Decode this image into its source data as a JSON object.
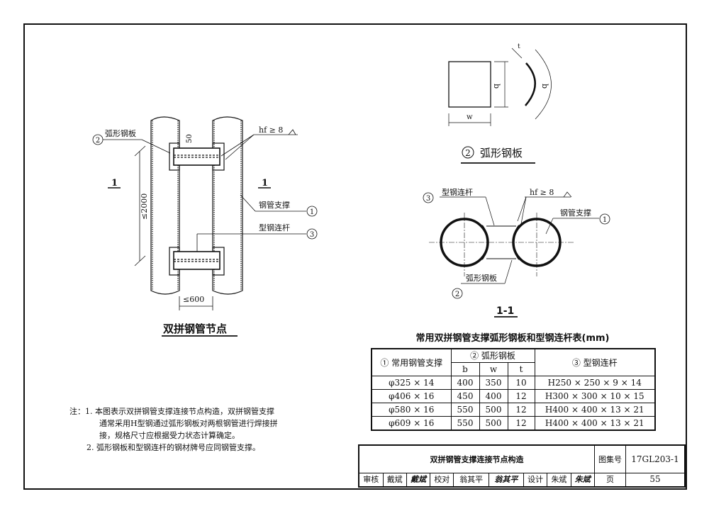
{
  "left_view": {
    "title": "双拼钢管节点",
    "section_mark": "1",
    "plate_label": "弧形钢板",
    "plate_num": "2",
    "pipe_label": "钢管支撑",
    "pipe_num": "1",
    "link_label": "型钢连杆",
    "link_num": "3",
    "weld": "hf ≥ 8",
    "dim_50": "50",
    "dim_height": "≤2000",
    "dim_gap": "≤600"
  },
  "plate_view": {
    "title_num": "2",
    "title": "弧形钢板",
    "dim_w": "w",
    "dim_b": "b",
    "dim_t": "t"
  },
  "section_view": {
    "title": "1-1",
    "link_label": "型钢连杆",
    "link_num": "3",
    "pipe_label": "钢管支撑",
    "pipe_num": "1",
    "plate_label": "弧形钢板",
    "plate_num": "2",
    "weld": "hf ≥ 8"
  },
  "table": {
    "title": "常用双拼钢管支撑弧形钢板和型钢连杆表(mm)",
    "headers": {
      "pipe": "① 常用钢管支撑",
      "plate": "② 弧形钢板",
      "link": "③ 型钢连杆",
      "b": "b",
      "w": "w",
      "t": "t"
    },
    "rows": [
      {
        "pipe": "φ325 × 14",
        "b": "400",
        "w": "350",
        "t": "10",
        "link": "H250 × 250 × 9 × 14"
      },
      {
        "pipe": "φ406 × 16",
        "b": "450",
        "w": "400",
        "t": "12",
        "link": "H300 × 300 × 10 × 15"
      },
      {
        "pipe": "φ580 × 16",
        "b": "550",
        "w": "500",
        "t": "12",
        "link": "H400 × 400 × 13 × 21"
      },
      {
        "pipe": "φ609 × 16",
        "b": "550",
        "w": "500",
        "t": "12",
        "link": "H400 × 400 × 13 × 21"
      }
    ]
  },
  "notes": {
    "prefix": "注：1.",
    "n1_l1": "本图表示双拼钢管支撑连接节点构造，双拼钢管支撑",
    "n1_l2": "通常采用H型钢通过弧形钢板对两根钢管进行焊接拼",
    "n1_l3": "接，规格尺寸应根据受力状态计算确定。",
    "n2": "2.  弧形钢板和型钢连杆的钢材牌号应同钢管支撑。"
  },
  "title_block": {
    "title": "双拼钢管支撑连接节点构造",
    "atlas_label": "图集号",
    "atlas_no": "17GL203-1",
    "review_label": "审核",
    "reviewer": "戴斌",
    "reviewer_sig": "戴斌",
    "check_label": "校对",
    "checker": "翁其平",
    "checker_sig": "翁其平",
    "design_label": "设计",
    "designer": "朱斌",
    "designer_sig": "朱斌",
    "page_label": "页",
    "page_no": "55"
  }
}
